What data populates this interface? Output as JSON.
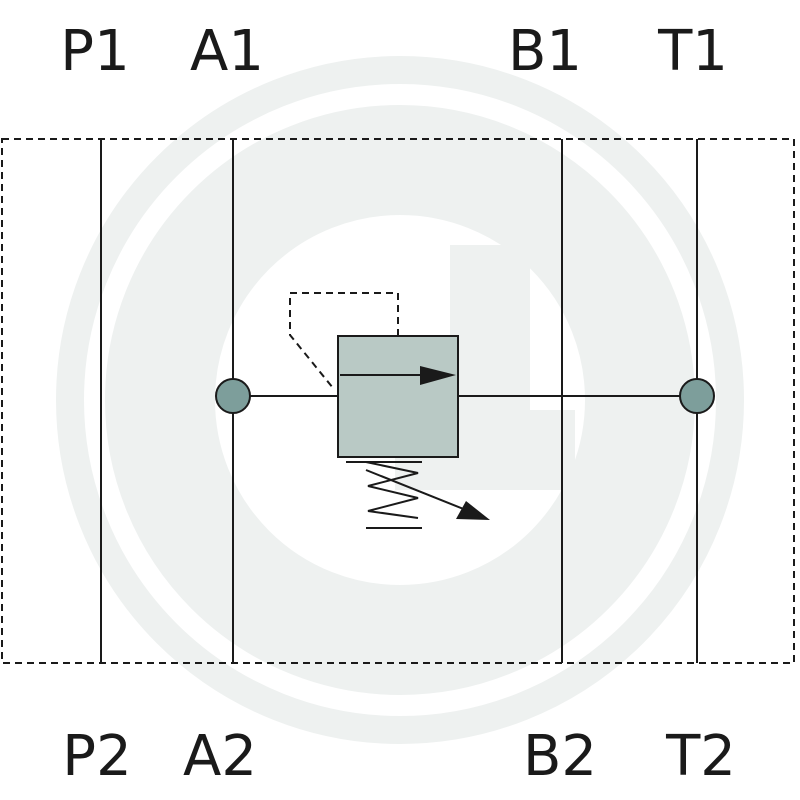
{
  "ports": {
    "top": [
      "P1",
      "A1",
      "B1",
      "T1"
    ],
    "bottom": [
      "P2",
      "A2",
      "B2",
      "T2"
    ]
  },
  "colors": {
    "line": "#1a1a1a",
    "valve_fill": "#b9c9c5",
    "junction_fill": "#7d9e9b",
    "watermark": "#eef1f0",
    "background": "#ffffff"
  },
  "icons": {
    "watermark": "g-logo-watermark",
    "valve": "pressure-relief-valve-symbol",
    "spring": "adjustable-spring-icon"
  }
}
